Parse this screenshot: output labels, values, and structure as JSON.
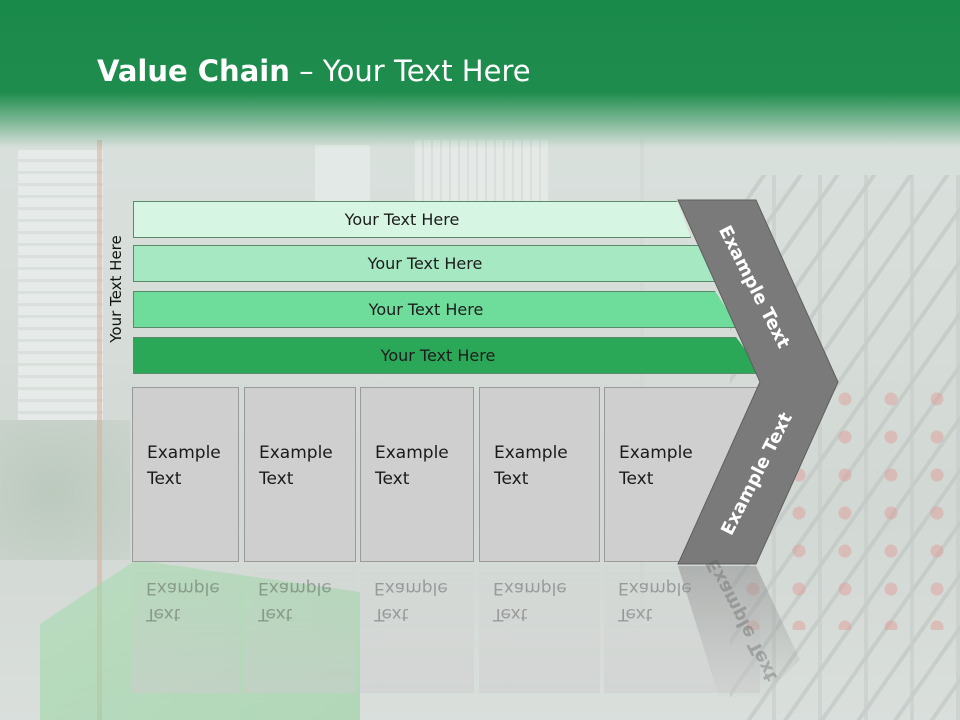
{
  "slide": {
    "title_bold": "Value Chain",
    "title_rest": " – Your Text Here",
    "side_label": "Your Text Here",
    "bars": [
      {
        "label": "Your Text Here",
        "color": "#d6f5e2"
      },
      {
        "label": "Your Text Here",
        "color": "#a6e8c1"
      },
      {
        "label": "Your Text Here",
        "color": "#6edc9a"
      },
      {
        "label": "Your Text Here",
        "color": "#2aa858"
      }
    ],
    "boxes": [
      {
        "line1": "Example",
        "line2": "Text"
      },
      {
        "line1": "Example",
        "line2": "Text"
      },
      {
        "line1": "Example",
        "line2": "Text"
      },
      {
        "line1": "Example",
        "line2": "Text"
      },
      {
        "line1": "Example",
        "line2": "Text"
      }
    ],
    "chevron_top_text": "Example Text",
    "chevron_bottom_text": "Example Text",
    "colors": {
      "header_green": "#1e8c4c",
      "chevron_grey": "#7a7a7a",
      "box_grey": "#cfcfcf"
    }
  }
}
